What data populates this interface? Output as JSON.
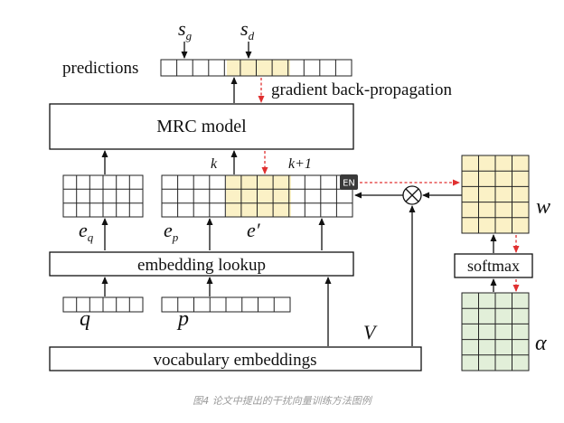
{
  "labels": {
    "s_g": "s",
    "s_g_sub": "g",
    "s_d": "s",
    "s_d_sub": "d",
    "predictions": "predictions",
    "gradient": "gradient back-propagation",
    "mrc_model": "MRC model",
    "k": "k",
    "k_plus_1": "k+1",
    "badge": "EN",
    "w": "w",
    "softmax": "softmax",
    "e_q": "e",
    "e_q_sub": "q",
    "e_p": "e",
    "e_p_sub": "p",
    "e_prime": "e′",
    "embedding_lookup": "embedding lookup",
    "q": "q",
    "p": "p",
    "V": "V",
    "alpha": "α",
    "vocabulary_embeddings": "vocabulary embeddings"
  },
  "caption": "图4 论文中提出的干扰向量训练方法图例",
  "colors": {
    "highlight_yellow": "#fbf1c6",
    "highlight_green": "#e2efd9",
    "dashed_red": "#e03030",
    "caption_gray": "#9a9a9a",
    "badge_bg": "#3a3a3a"
  }
}
